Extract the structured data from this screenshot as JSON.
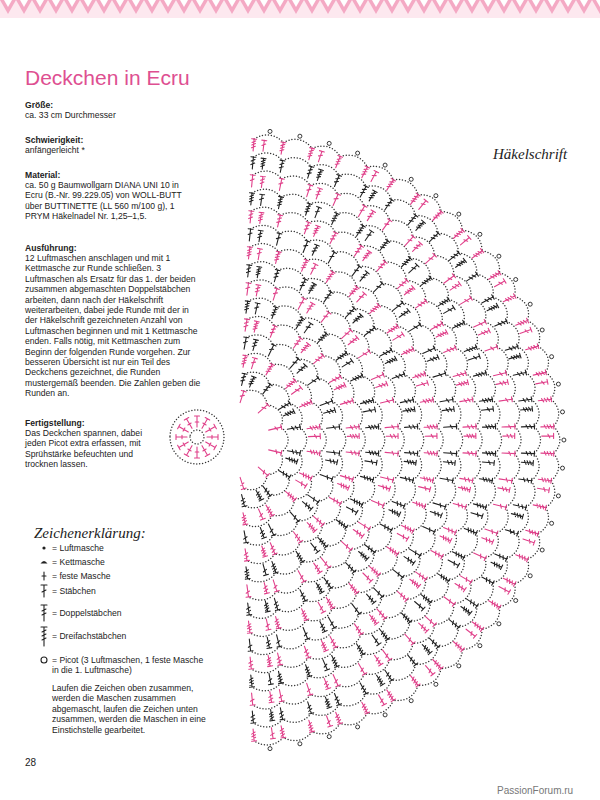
{
  "diagram": {
    "title": "Deckchen in Ecru",
    "labels": [
      "Größe:",
      "ca. 33 cm Durchmesser",
      "Schwierigkeit:",
      "anfängerleicht *",
      "Material:",
      "ca. 50 g Baumwollgarn DIANA UNI 10 in Ecru (B.-Nr. 99.229.05) von WOLL-BUTT über BUTTINETTE (LL 560 m/100 g), 1 PRYM Häkelnadel Nr. 1,25–1,5.",
      "Ausführung:",
      "12 Luftmaschen anschlagen und mit 1 Kettmasche zur Runde schließen. 3 Luftmaschen als Ersatz für das 1. der beiden zusammen abgemaschten Doppelstäbchen arbeiten, dann nach der Häkelschrift weiterarbeiten, dabei jede Runde mit der in der Häkelschrift gezeichneten Anzahl von Luftmaschen beginnen und mit 1 Kettmasche enden. Falls nötig, mit Kettmaschen zum Beginn der folgenden Runde vorgehen. Zur besseren Übersicht ist nur ein Teil des Deckchens gezeichnet, die Runden mustergemäß beenden. Die Zahlen geben die Runden an.",
      "Fertigstellung:",
      "Das Deckchen spannen, dabei jeden Picot extra erfassen, mit Sprühstärke befeuchten und trocknen lassen.",
      "Häkelschrift",
      "Zeichenerklärung:",
      "Laufen die Zeichen oben zusammen, werden die Maschen zusammen abgemascht, laufen die Zeichen unten zusammen, werden die Maschen in eine Einstichstelle gearbeitet.",
      "28",
      "PassionForum.ru"
    ],
    "legend": [
      {
        "text": "= Luftmasche"
      },
      {
        "text": "= Kettmasche"
      },
      {
        "text": "= feste Masche"
      },
      {
        "text": "= Stäbchen"
      },
      {
        "text": "= Doppelstäbchen"
      },
      {
        "text": "= Dreifachstäbchen"
      },
      {
        "text": "= Picot (3 Luftmaschen, 1 feste Masche in die 1. Luftmasche)"
      }
    ]
  }
}
